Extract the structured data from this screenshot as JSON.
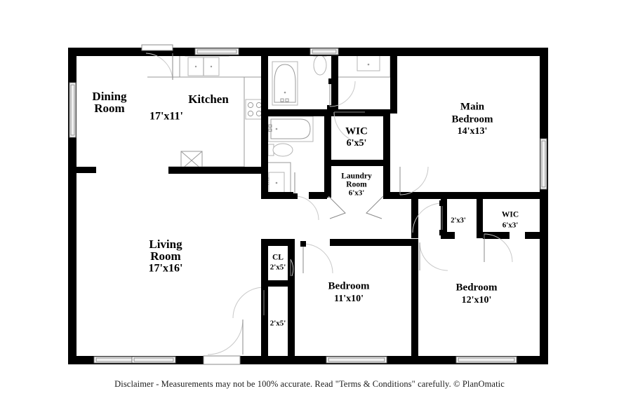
{
  "document": {
    "type": "floor-plan",
    "disclaimer": "Disclaimer - Measurements may not be 100% accurate. Read \"Terms & Conditions\" carefully. © PlanOmatic",
    "brand": "PlanOmatic",
    "colors": {
      "wall": "#000000",
      "background": "#ffffff",
      "fixture_outline": "#b4b4b4",
      "door_swing": "#c8c8c8",
      "window_glass": "#f0f0f0",
      "text": "#000000"
    }
  },
  "rooms": [
    {
      "id": "dining-room",
      "name_line1": "Dining",
      "name_line2": "Room",
      "dimensions": ""
    },
    {
      "id": "kitchen",
      "name_line1": "Kitchen",
      "name_line2": "",
      "dimensions": "17'x11'"
    },
    {
      "id": "living-room",
      "name_line1": "Living",
      "name_line2": "Room",
      "dimensions": "17'x16'"
    },
    {
      "id": "main-bedroom",
      "name_line1": "Main",
      "name_line2": "Bedroom",
      "dimensions": "14'x13'"
    },
    {
      "id": "bedroom-2",
      "name_line1": "Bedroom",
      "name_line2": "",
      "dimensions": "11'x10'"
    },
    {
      "id": "bedroom-3",
      "name_line1": "Bedroom",
      "name_line2": "",
      "dimensions": "12'x10'"
    },
    {
      "id": "wic-main",
      "name_line1": "WIC",
      "name_line2": "",
      "dimensions": "6'x5'"
    },
    {
      "id": "wic-right",
      "name_line1": "WIC",
      "name_line2": "",
      "dimensions": "6'x3'"
    },
    {
      "id": "laundry-room",
      "name_line1": "Laundry",
      "name_line2": "Room",
      "dimensions": "6'x3'"
    },
    {
      "id": "closet-cl",
      "name_line1": "CL",
      "name_line2": "",
      "dimensions": "2'x5'"
    },
    {
      "id": "closet-hall",
      "name_line1": "",
      "name_line2": "",
      "dimensions": "2'x5'"
    },
    {
      "id": "closet-small",
      "name_line1": "",
      "name_line2": "",
      "dimensions": "2'x3'"
    }
  ],
  "labels": {
    "dining_room_l1": "Dining",
    "dining_room_l2": "Room",
    "kitchen": "Kitchen",
    "kitchen_dim": "17'x11'",
    "living_room_l1": "Living",
    "living_room_l2": "Room",
    "living_room_dim": "17'x16'",
    "main_bedroom_l1": "Main",
    "main_bedroom_l2": "Bedroom",
    "main_bedroom_dim": "14'x13'",
    "bedroom2": "Bedroom",
    "bedroom2_dim": "11'x10'",
    "bedroom3": "Bedroom",
    "bedroom3_dim": "12'x10'",
    "wic_main": "WIC",
    "wic_main_dim": "6'x5'",
    "wic_right": "WIC",
    "wic_right_dim": "6'x3'",
    "laundry_l1": "Laundry",
    "laundry_l2": "Room",
    "laundry_dim": "6'x3'",
    "cl": "CL",
    "cl_dim": "2'x5'",
    "closet_hall_dim": "2'x5'",
    "closet_small_dim": "2'x3'"
  },
  "fixtures": [
    {
      "name": "kitchen-sink",
      "room": "kitchen"
    },
    {
      "name": "kitchen-range",
      "room": "kitchen"
    },
    {
      "name": "kitchen-counter",
      "room": "kitchen"
    },
    {
      "name": "kitchen-upper-cabinet",
      "room": "kitchen"
    },
    {
      "name": "bathtub-main",
      "room": "main-bathroom"
    },
    {
      "name": "toilet-main",
      "room": "main-bathroom"
    },
    {
      "name": "vanity-sink-main",
      "room": "main-bathroom"
    },
    {
      "name": "bathtub-hall",
      "room": "hall-bathroom"
    },
    {
      "name": "toilet-hall",
      "room": "hall-bathroom"
    },
    {
      "name": "vanity-sink-hall",
      "room": "hall-bathroom"
    }
  ],
  "openings": {
    "windows": 8,
    "doors": 11
  }
}
